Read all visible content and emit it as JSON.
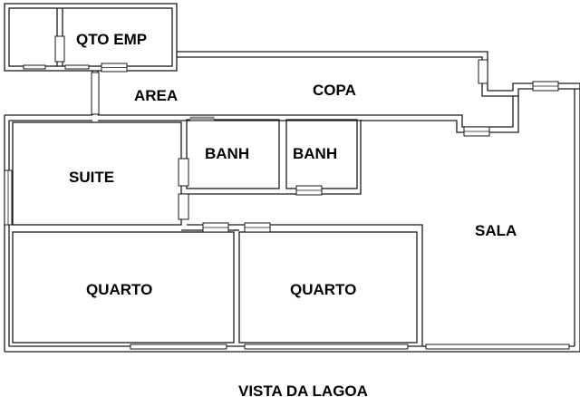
{
  "rooms": {
    "qto_emp": "QTO EMP",
    "area": "AREA",
    "copa": "COPA",
    "suite": "SUITE",
    "banh_1": "BANH",
    "banh_2": "BANH",
    "sala": "SALA",
    "quarto_1": "QUARTO",
    "quarto_2": "QUARTO"
  },
  "caption": "VISTA DA LAGOA"
}
